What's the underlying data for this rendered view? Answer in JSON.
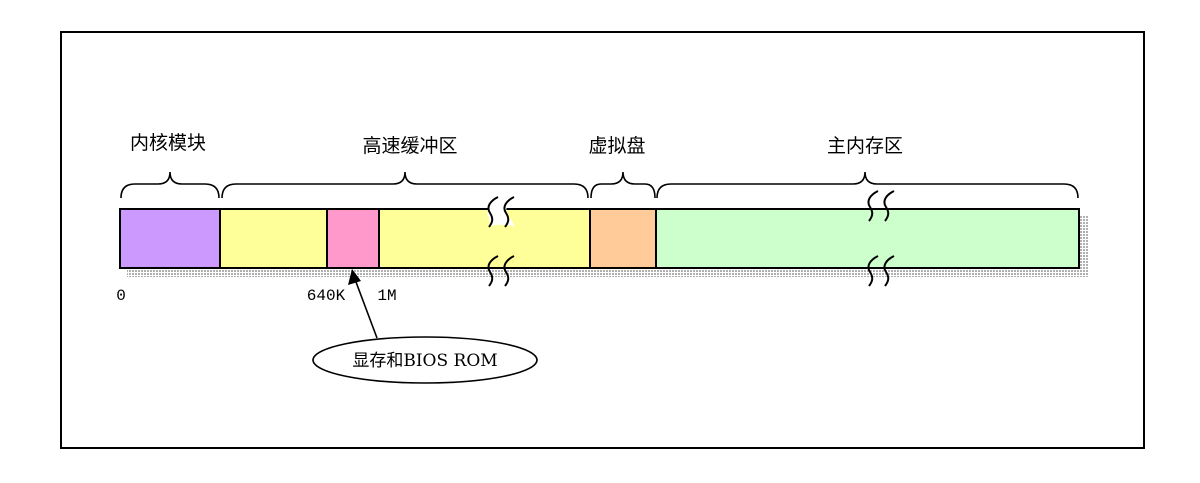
{
  "regions": {
    "kernel": {
      "label": "内核模块",
      "color": "#cc99ff"
    },
    "buffer": {
      "label": "高速缓冲区",
      "color": "#ffff99"
    },
    "video_bios": {
      "color": "#ff99cc"
    },
    "ramdisk": {
      "label": "虚拟盘",
      "color": "#ffcc99"
    },
    "main": {
      "label": "主内存区",
      "color": "#ccffcc"
    }
  },
  "ticks": {
    "zero": "0",
    "k640": "640K",
    "m1": "1M"
  },
  "callout": {
    "text": "显存和BIOS ROM"
  }
}
